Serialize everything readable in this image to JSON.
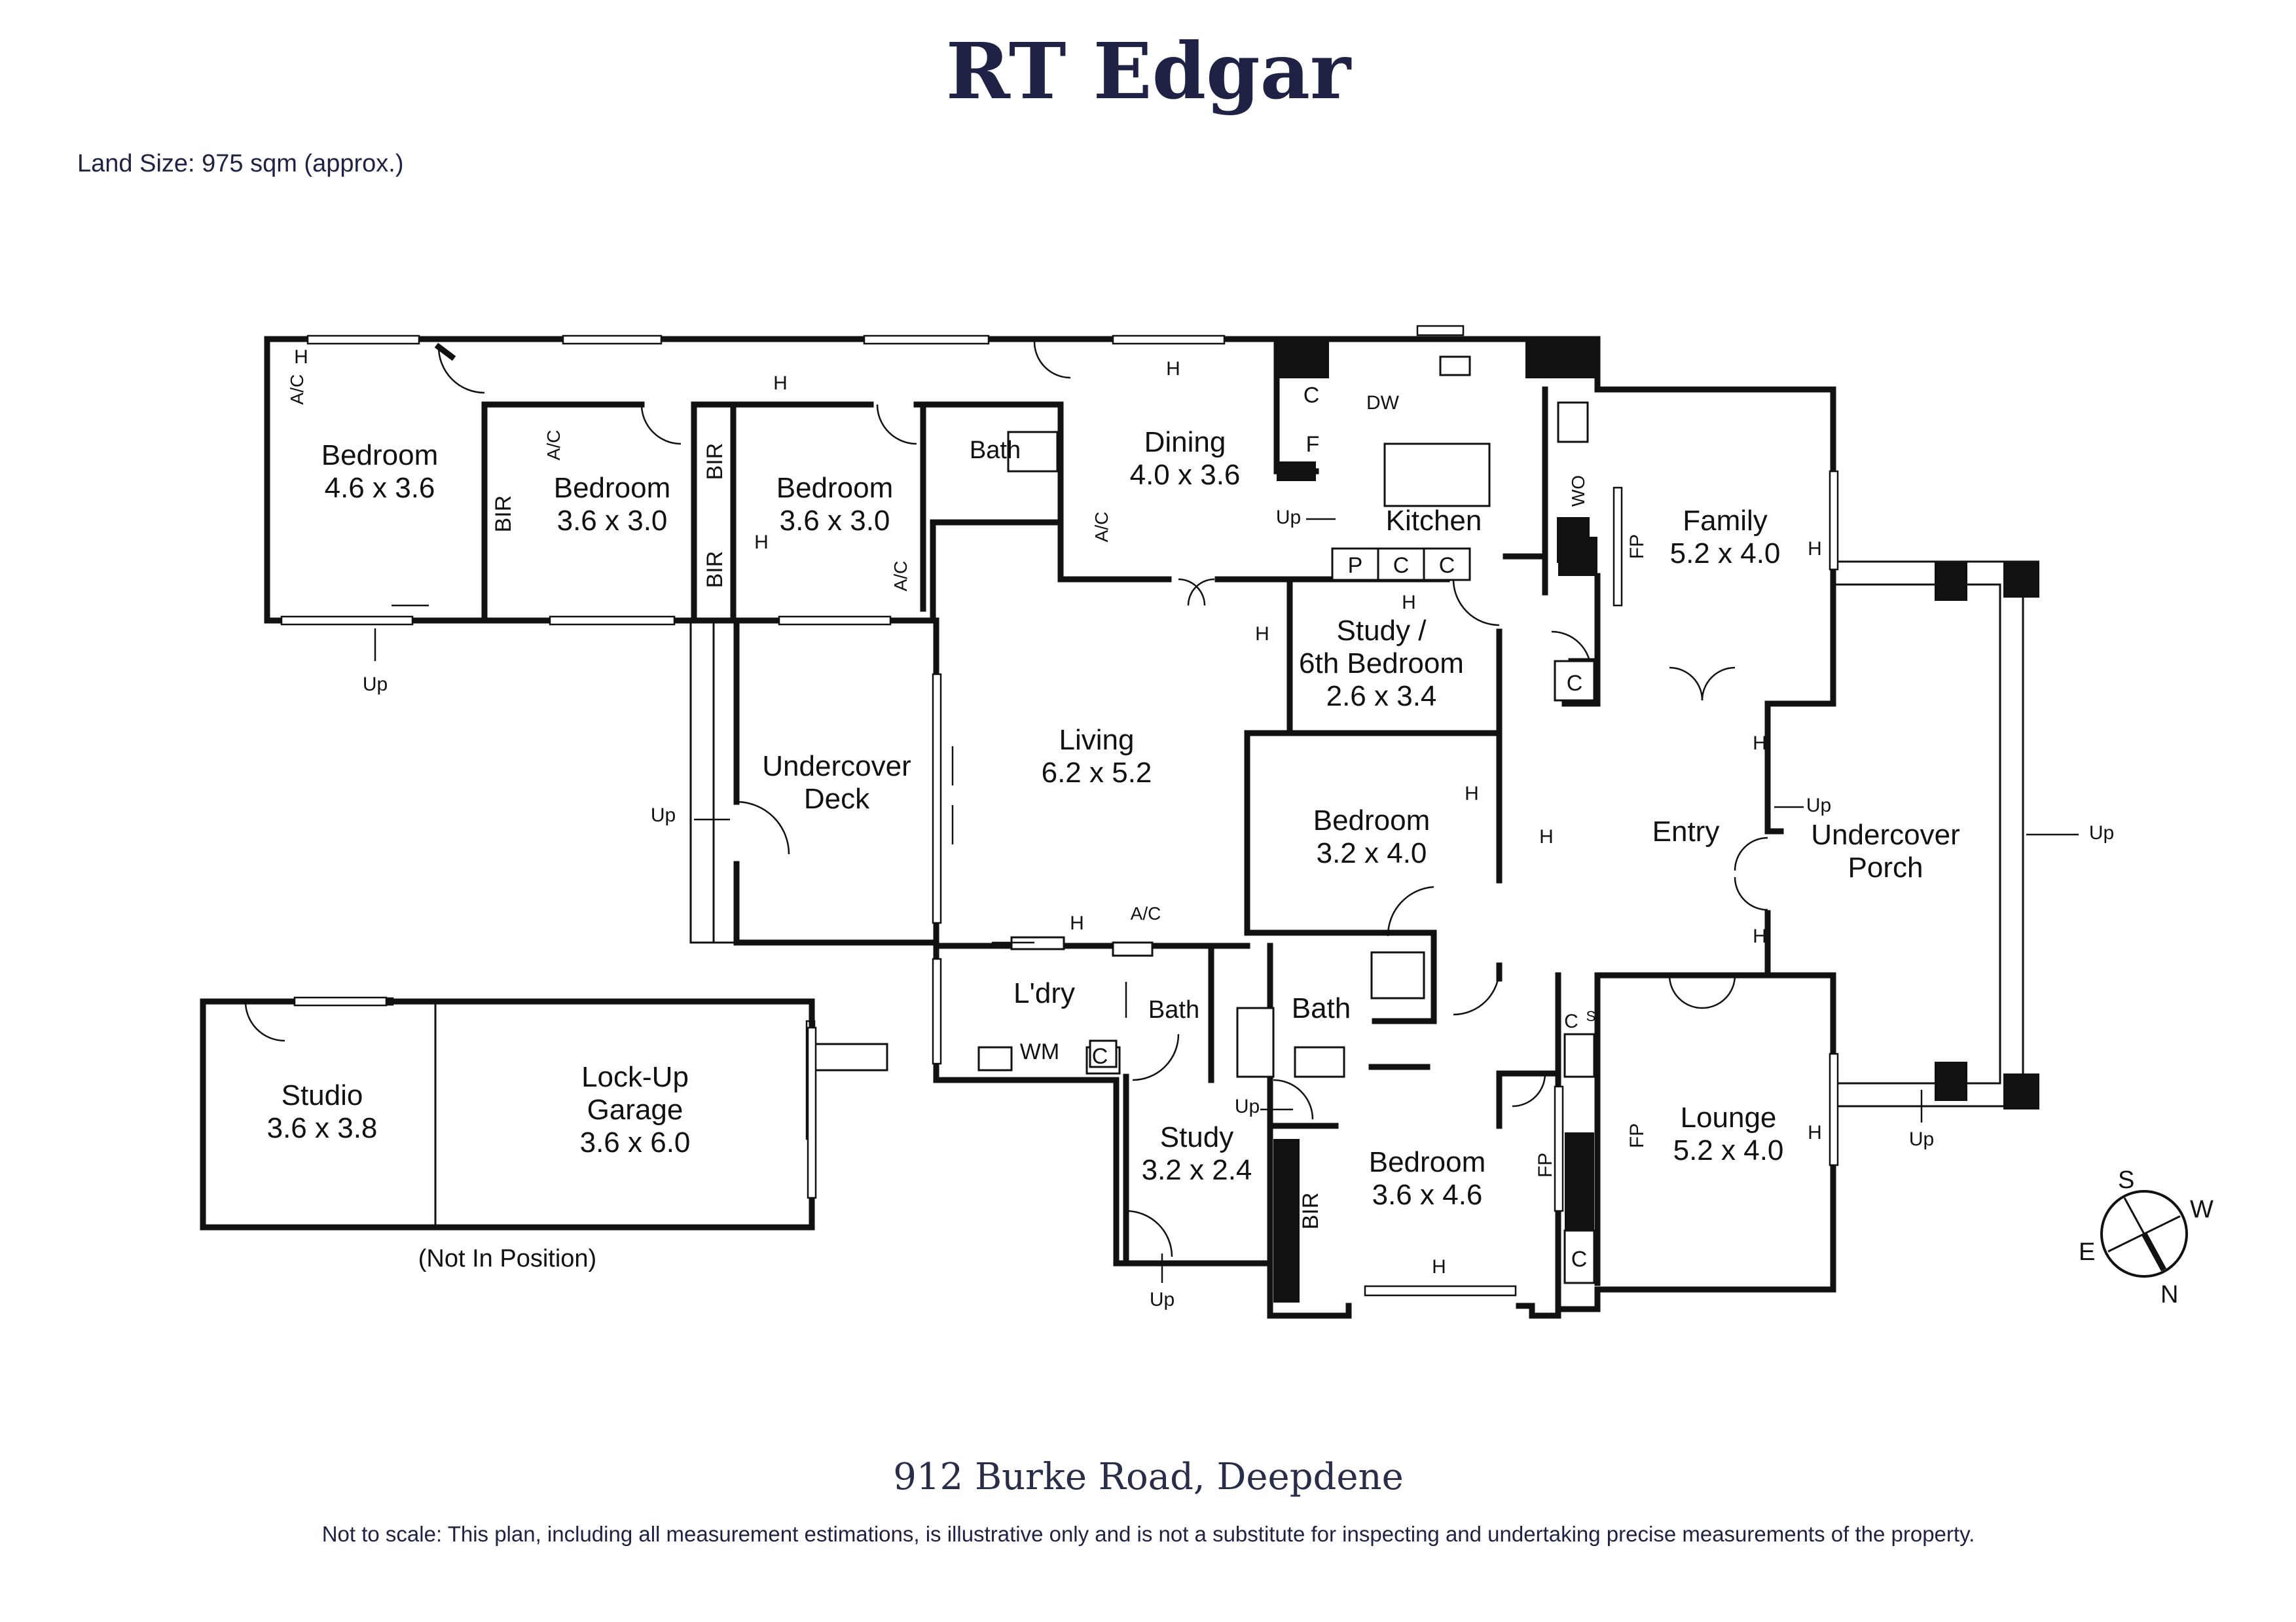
{
  "header": {
    "brand": "RT Edgar",
    "land_size": "Land Size: 975 sqm (approx.)"
  },
  "footer": {
    "address": "912 Burke Road, Deepdene",
    "disclaimer": "Not to scale: This plan, including all measurement estimations, is illustrative only and is not a substitute for inspecting and undertaking precise measurements of the property."
  },
  "rooms": {
    "bedroom1": {
      "name": "Bedroom",
      "size": "4.6 x 3.6"
    },
    "bedroom2": {
      "name": "Bedroom",
      "size": "3.6 x 3.0"
    },
    "bedroom3": {
      "name": "Bedroom",
      "size": "3.6 x 3.0"
    },
    "bath1": {
      "name": "Bath"
    },
    "dining": {
      "name": "Dining",
      "size": "4.0 x 3.6"
    },
    "kitchen": {
      "name": "Kitchen"
    },
    "family": {
      "name": "Family",
      "size": "5.2 x 4.0"
    },
    "study6": {
      "line1": "Study /",
      "line2": "6th Bedroom",
      "size": "2.6 x 3.4"
    },
    "living": {
      "name": "Living",
      "size": "6.2 x 5.2"
    },
    "deck": {
      "line1": "Undercover",
      "line2": "Deck"
    },
    "bedroom4": {
      "name": "Bedroom",
      "size": "3.2 x 4.0"
    },
    "entry": {
      "name": "Entry"
    },
    "porch": {
      "line1": "Undercover",
      "line2": "Porch"
    },
    "laundry": {
      "name": "L'dry"
    },
    "bath2": {
      "name": "Bath"
    },
    "bath3": {
      "name": "Bath"
    },
    "study": {
      "name": "Study",
      "size": "3.2 x 2.4"
    },
    "bedroom5": {
      "name": "Bedroom",
      "size": "3.6 x 4.6"
    },
    "lounge": {
      "name": "Lounge",
      "size": "5.2 x 4.0"
    },
    "studio": {
      "name": "Studio",
      "size": "3.6 x 3.8"
    },
    "garage": {
      "line1": "Lock-Up",
      "line2": "Garage",
      "size": "3.6 x 6.0"
    },
    "not_in_position": "(Not In Position)"
  },
  "labels": {
    "heater": "H",
    "aircon": "A/C",
    "bir": "BIR",
    "up": "Up",
    "dw": "DW",
    "fridge": "F",
    "cupboard": "C",
    "pantry": "P",
    "wall_oven": "WO",
    "fireplace": "FP",
    "washing_machine": "WM",
    "shelves": "S"
  },
  "compass": {
    "s": "S",
    "w": "W",
    "e": "E",
    "n": "N"
  },
  "colors": {
    "brand": "#1f2244",
    "ink": "#111111"
  }
}
